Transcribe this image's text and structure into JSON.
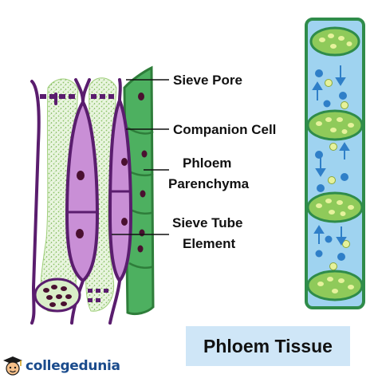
{
  "labels": {
    "sieve_pore": "Sieve Pore",
    "companion_cell": "Companion Cell",
    "phloem_line1": "Phloem",
    "phloem_line2": "Parenchyma",
    "sieve_tube_line1": "Sieve Tube",
    "sieve_tube_line2": "Element"
  },
  "title": "Phloem Tissue",
  "brand": {
    "name": "collegedunia",
    "logo_icon": "graduate-face-icon"
  },
  "colors": {
    "purple_wall": "#5a1d6e",
    "purple_fill": "#c98fd6",
    "green_wall": "#2e7d3a",
    "green_fill": "#4db060",
    "nucleus": "#4a1030",
    "speckle": "#9fcf7a",
    "tube_fill": "#9fd3f0",
    "tube_wall": "#2f8c4a",
    "title_bg": "#cfe6f7",
    "brand_text": "#1a4b8c"
  }
}
